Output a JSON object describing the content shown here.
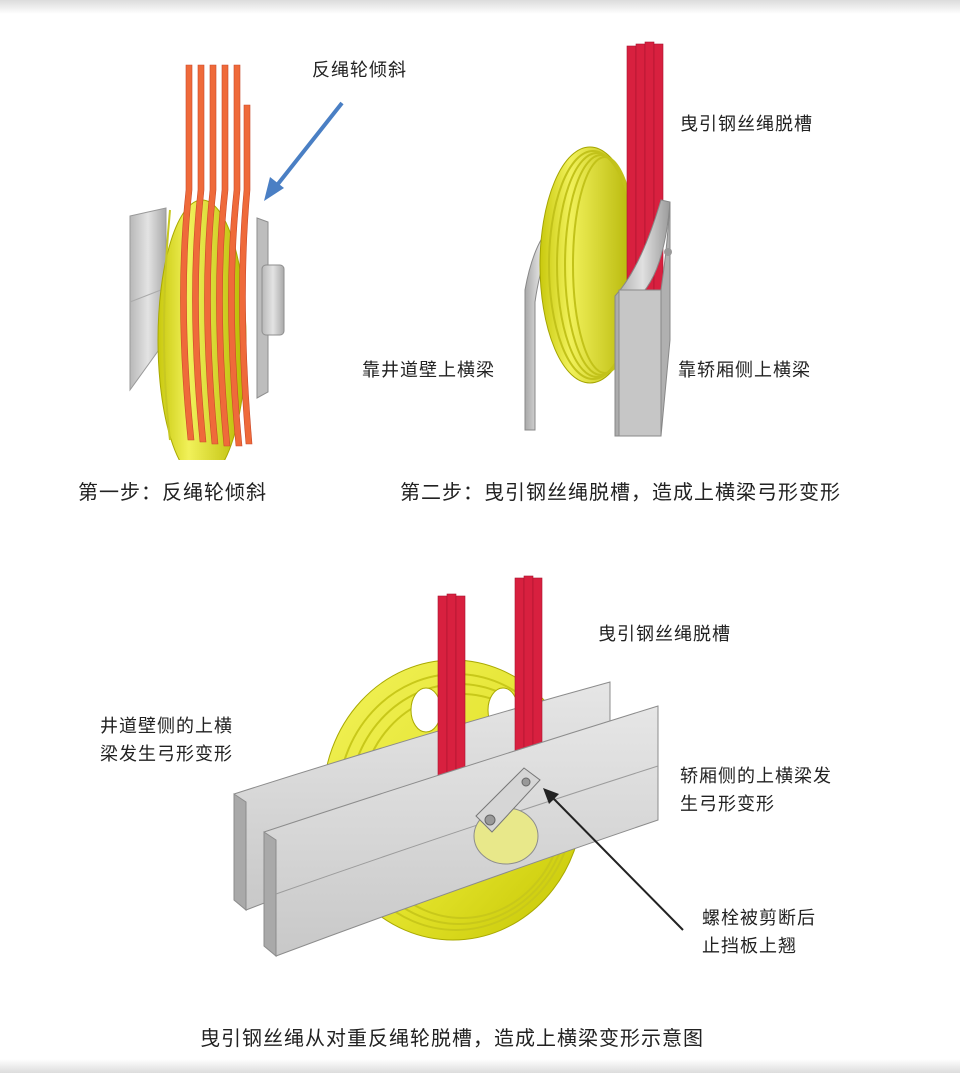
{
  "diagram1": {
    "label_flip_sheave_tilt": "反绳轮倾斜",
    "caption": "第一步：反绳轮倾斜"
  },
  "diagram2": {
    "label_rope_derail": "曳引钢丝绳脱槽",
    "label_wall_side_beam": "靠井道壁上横梁",
    "label_car_side_beam": "靠轿厢侧上横梁",
    "caption": "第二步：曳引钢丝绳脱槽，造成上横梁弓形变形"
  },
  "diagram3": {
    "label_rope_derail": "曳引钢丝绳脱槽",
    "label_wall_beam_line1": "井道壁侧的上横",
    "label_wall_beam_line2": "梁发生弓形变形",
    "label_car_beam_line1": "轿厢侧的上横梁发",
    "label_car_beam_line2": "生弓形变形",
    "label_bolt_line1": "螺栓被剪断后",
    "label_bolt_line2": "止挡板上翘"
  },
  "main_caption": "曳引钢丝绳从对重反绳轮脱槽，造成上横梁变形示意图",
  "colors": {
    "sheave_yellow": "#e6e62a",
    "rope_orange": "#ef6a3a",
    "rope_red": "#d8203f",
    "beam_gray": "#cfcfcf",
    "arrow_blue": "#4a7fc4"
  }
}
